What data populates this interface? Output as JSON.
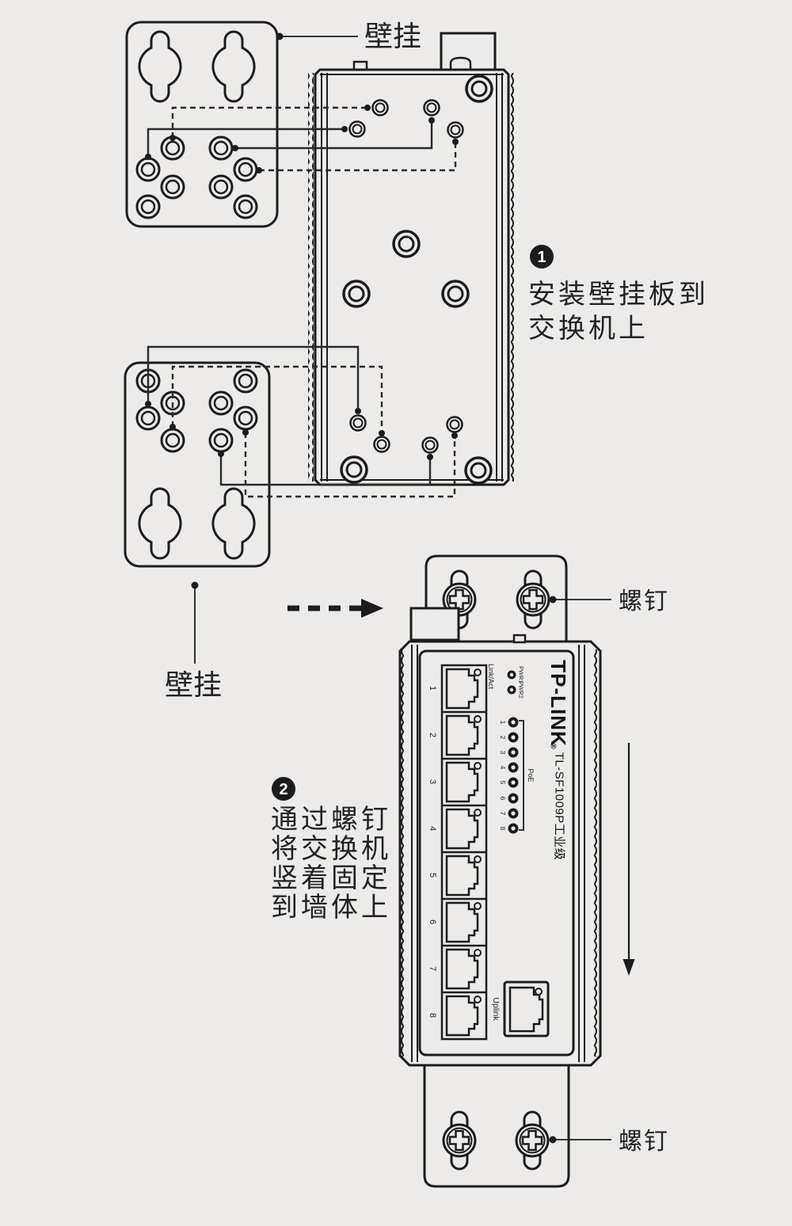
{
  "page": {
    "background_color": "#ecebe9",
    "line_color": "#1c1c1c"
  },
  "callouts": {
    "wall_mount_top": "壁挂",
    "wall_mount_bottom": "壁挂",
    "screw_top": "螺钉",
    "screw_bottom": "螺钉"
  },
  "steps": [
    {
      "number": "1",
      "lines": [
        "安装壁挂板到",
        "交换机上"
      ]
    },
    {
      "number": "2",
      "lines": [
        "通过螺钉",
        "将交换机",
        "竖着固定",
        "到墙体上"
      ]
    }
  ],
  "switch_front": {
    "brand": "TP-LINK",
    "brand_mark": "®",
    "model": "TL-SF1009P工业级",
    "link_act_label": "Link/Act",
    "pwr_labels": [
      "PWR1",
      "PWR2"
    ],
    "poe_label": "PoE",
    "uplink_label": "Uplink",
    "port_numbers": [
      "1",
      "2",
      "3",
      "4",
      "5",
      "6",
      "7",
      "8"
    ],
    "poe_led_numbers": [
      "1",
      "2",
      "3",
      "4",
      "5",
      "6",
      "7",
      "8"
    ]
  }
}
